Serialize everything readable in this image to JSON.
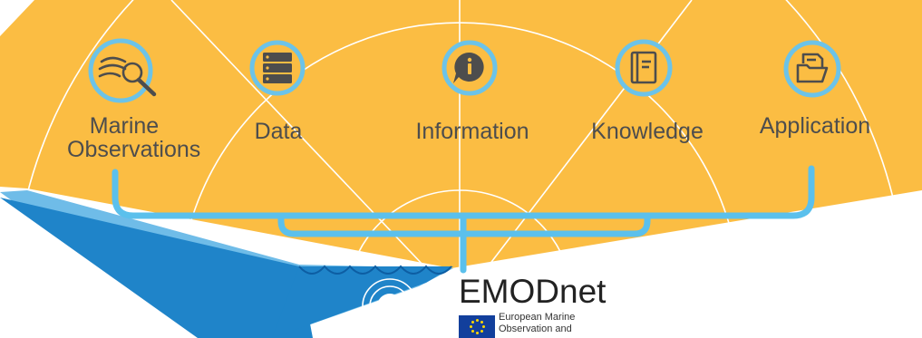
{
  "colors": {
    "background": "#fbbd43",
    "bracket": "#5bc0ec",
    "icon_ring": "#6cc3e8",
    "label_text": "#4d4d4d",
    "sea_dark": "#1f84c9",
    "sea_light": "#6fbce8"
  },
  "stages": [
    {
      "label": "Marine\nObservations",
      "icon": "waves-magnifier-icon"
    },
    {
      "label": "Data",
      "icon": "server-icon"
    },
    {
      "label": "Information",
      "icon": "info-bubble-icon"
    },
    {
      "label": "Knowledge",
      "icon": "book-icon"
    },
    {
      "label": "Application",
      "icon": "folder-document-icon"
    }
  ],
  "brand": {
    "name": "EMODnet",
    "subtitle_line1": "European Marine",
    "subtitle_line2": "Observation and"
  }
}
